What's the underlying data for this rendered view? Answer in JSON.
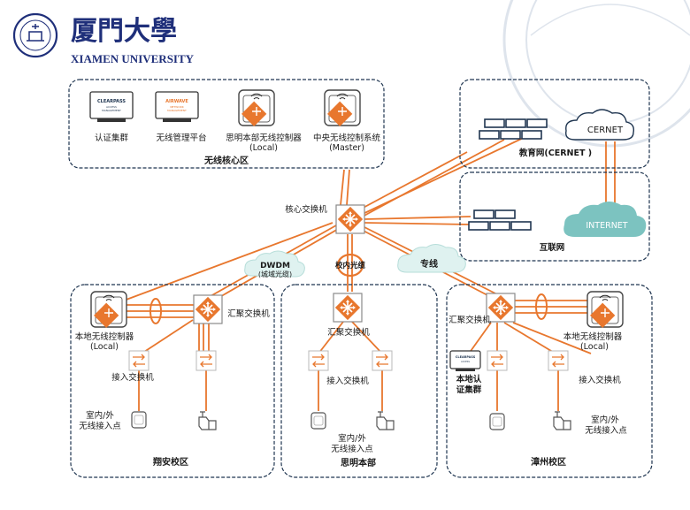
{
  "header": {
    "logo_cn": "厦門大學",
    "logo_en": "XIAMEN UNIVERSITY"
  },
  "core_area": {
    "zone_label": "无线核心区",
    "items": [
      {
        "label": "认证集群",
        "screen_text": [
          "CLEARPASS",
          "ACCESS",
          "MANAGEMENT"
        ]
      },
      {
        "label": "无线管理平台",
        "screen_text": [
          "AIRWAVE",
          "NETWORK",
          "MANAGEMENT"
        ]
      },
      {
        "label": "思明本部无线控制器",
        "sublabel": "(Local)"
      },
      {
        "label": "中央无线控制系统",
        "sublabel": "(Master)"
      }
    ]
  },
  "core_switch": {
    "label": "核心交换机"
  },
  "cernet": {
    "zone_label": "教育网(CERNET )",
    "cloud_label": "CERNET"
  },
  "internet": {
    "zone_label": "互联网",
    "cloud_label": "INTERNET"
  },
  "links": {
    "dwdm_label": "DWDM",
    "dwdm_sublabel": "(城域光缆)",
    "campus_fiber_label": "校内光缆",
    "leased_line_label": "专线"
  },
  "campuses": {
    "xiangan": {
      "zone_label": "翔安校区",
      "agg_label": "汇聚交换机",
      "controller_label": "本地无线控制器",
      "controller_sublabel": "(Local)",
      "access_label": "接入交换机",
      "ap_label": "室内/外",
      "ap_sublabel": "无线接入点"
    },
    "siming": {
      "zone_label": "思明本部",
      "agg_label": "汇聚交换机",
      "access_label": "接入交换机",
      "ap_label": "室内/外",
      "ap_sublabel": "无线接入点"
    },
    "zhangzhou": {
      "zone_label": "漳州校区",
      "agg_label": "汇聚交换机",
      "controller_label": "本地无线控制器",
      "controller_sublabel": "(Local)",
      "auth_label": "本地认",
      "auth_sublabel": "证集群",
      "auth_screen_text": [
        "CLEARPASS",
        "ACCESS"
      ],
      "access_label": "接入交换机",
      "ap_label": "室内/外",
      "ap_sublabel": "无线接入点"
    }
  },
  "colors": {
    "link": "#e8772e",
    "border": "#1f3550",
    "cloud": "#7cc3c0",
    "logo": "#1f2f7a"
  }
}
